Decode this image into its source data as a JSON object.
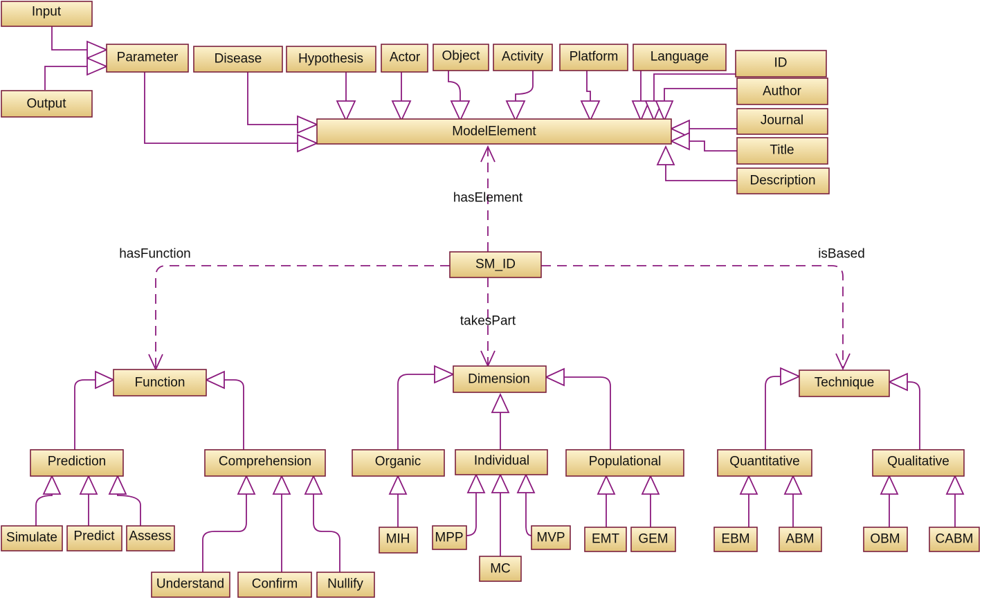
{
  "nodes": {
    "input": "Input",
    "output": "Output",
    "parameter": "Parameter",
    "disease": "Disease",
    "hypothesis": "Hypothesis",
    "actor": "Actor",
    "object": "Object",
    "activity": "Activity",
    "platform": "Platform",
    "language": "Language",
    "id": "ID",
    "author": "Author",
    "journal": "Journal",
    "title": "Title",
    "description": "Description",
    "model_element": "ModelElement",
    "sm_id": "SM_ID",
    "function": "Function",
    "dimension": "Dimension",
    "technique": "Technique",
    "prediction": "Prediction",
    "comprehension": "Comprehension",
    "organic": "Organic",
    "individual": "Individual",
    "populational": "Populational",
    "quantitative": "Quantitative",
    "qualitative": "Qualitative",
    "simulate": "Simulate",
    "predict": "Predict",
    "assess": "Assess",
    "understand": "Understand",
    "confirm": "Confirm",
    "nullify": "Nullify",
    "mih": "MIH",
    "mpp": "MPP",
    "mc": "MC",
    "mvp": "MVP",
    "emt": "EMT",
    "gem": "GEM",
    "ebm": "EBM",
    "abm": "ABM",
    "obm": "OBM",
    "cabm": "CABM"
  },
  "edge_labels": {
    "has_element": "hasElement",
    "has_function": "hasFunction",
    "takes_part": "takesPart",
    "is_based": "isBased"
  },
  "colors": {
    "box_fill_top": "#fdf3cf",
    "box_fill_bottom": "#e2c47a",
    "box_border": "#7a1f3d",
    "edge": "#8b1a7e"
  }
}
